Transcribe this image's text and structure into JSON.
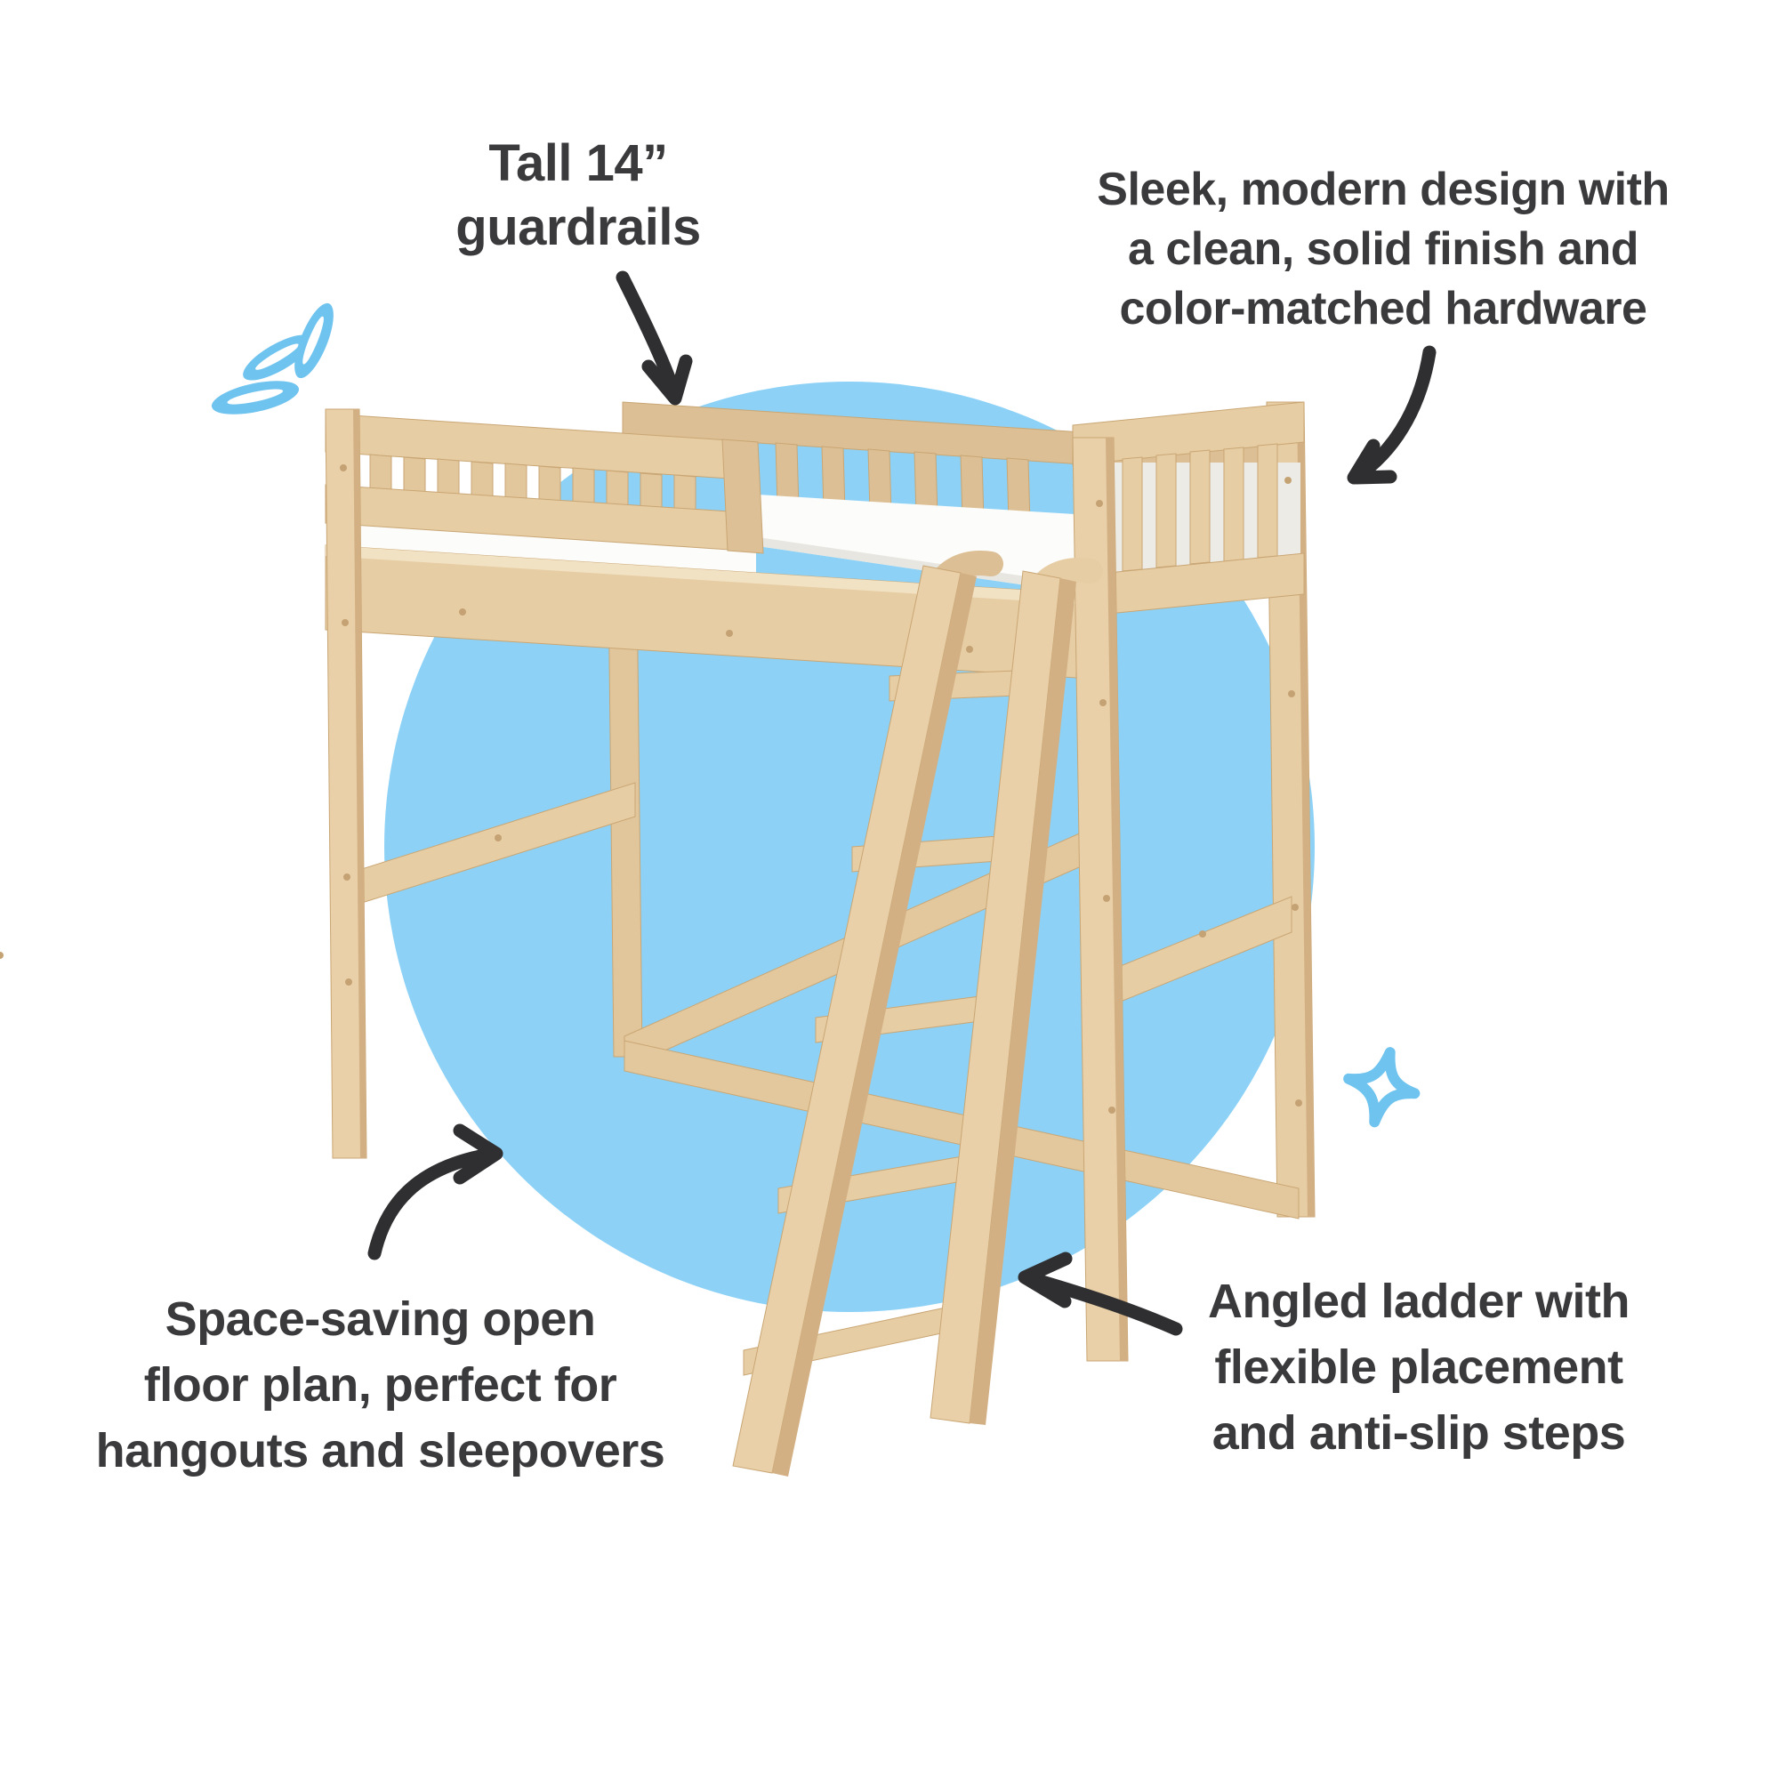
{
  "callouts": {
    "guardrails": {
      "lines": [
        "Tall 14”",
        "guardrails"
      ]
    },
    "design": {
      "lines": [
        "Sleek, modern design with",
        "a clean, solid finish and",
        "color-matched hardware"
      ]
    },
    "floor_plan": {
      "lines": [
        "Space-saving open",
        "floor plan, perfect for",
        "hangouts and sleepovers"
      ]
    },
    "ladder": {
      "lines": [
        "Angled ladder with",
        "flexible placement",
        "and anti-slip steps"
      ]
    }
  },
  "illustration": {
    "alt": "Natural wood loft bed with guardrails, slatted headboard and angled ladder on a blue circle backdrop",
    "icons": [
      "sparkle-lines-icon",
      "sparkle-star-icon",
      "arrow-down-icon",
      "arrow-curve-down-left-icon",
      "arrow-curve-up-right-icon",
      "arrow-up-left-icon"
    ]
  },
  "colors": {
    "background": "#ffffff",
    "accent_circle": "#8dd2f6",
    "accent_sparkle": "#6fc3ef",
    "text": "#3a3a3c",
    "arrow": "#2f2f31",
    "wood": "#e7cda4",
    "wood_light": "#f2e2c4",
    "wood_dark": "#d2b083",
    "wood_edge": "#c9a674",
    "mattress": "#fcfcfa",
    "mattress_shade": "#edebe5"
  }
}
